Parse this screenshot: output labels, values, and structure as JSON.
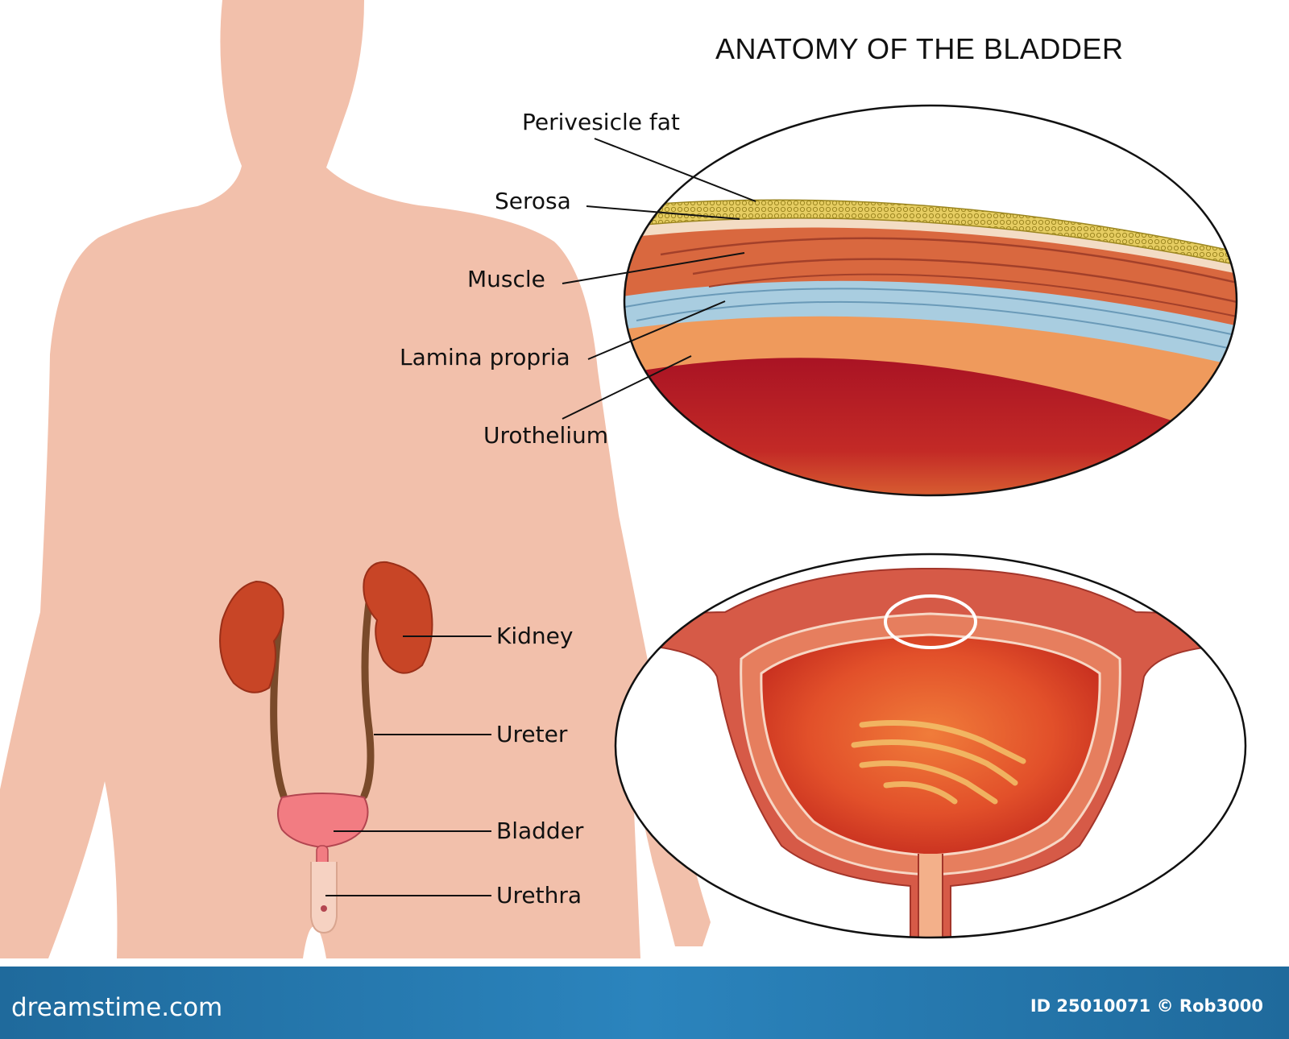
{
  "title": "ANATOMY OF THE BLADDER",
  "wall_labels": {
    "perivesicle_fat": "Perivesicle fat",
    "serosa": "Serosa",
    "muscle": "Muscle",
    "lamina_propria": "Lamina propria",
    "urothelium": "Urothelium"
  },
  "body_labels": {
    "kidney": "Kidney",
    "ureter": "Ureter",
    "bladder": "Bladder",
    "urethra": "Urethra"
  },
  "footer": {
    "site": "dreamstime.com",
    "credit": "ID 25010071 © Rob3000"
  },
  "colors": {
    "skin": "#f2c0ab",
    "fat": "#e3c95f",
    "serosa": "#f3dcc4",
    "muscle": "#d9683f",
    "lamina_propria": "#a9cde0",
    "urothelium": "#ef9a5c",
    "lumen": "#b0182a",
    "kidney": "#c84526",
    "footer": "#2577ad"
  }
}
